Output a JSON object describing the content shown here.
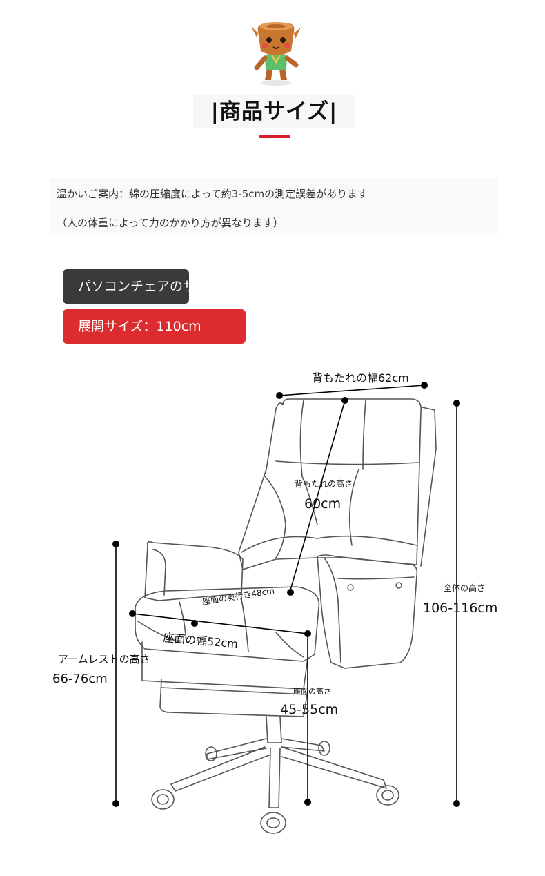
{
  "header": {
    "title": "|商品サイズ|"
  },
  "notice": {
    "line1": "温かいご案内：綿の圧縮度によって約3-5cmの測定誤差があります",
    "line2": "（人の体重によって力のかかり方が異なります）"
  },
  "tags": {
    "chair_size": "パソコンチェアのサ",
    "expanded_size": "展開サイズ：110cm"
  },
  "dimensions": {
    "backrest_width": "背もたれの幅62cm",
    "backrest_height_label": "背もたれの高さ",
    "backrest_height_value": "60cm",
    "total_height_label": "全体の高さ",
    "total_height_value": "106-116cm",
    "seat_depth": "座面の奥行き48cm",
    "seat_width": "座面の幅52cm",
    "armrest_height_label": "アームレストの高さ",
    "armrest_height_value": "66-76cm",
    "seat_height_label": "座面の高さ",
    "seat_height_value": "45-55cm"
  },
  "colors": {
    "accent_red": "#d7202a",
    "dark_tag": "#3a3a3a",
    "red_tag": "#dc2c2f"
  }
}
